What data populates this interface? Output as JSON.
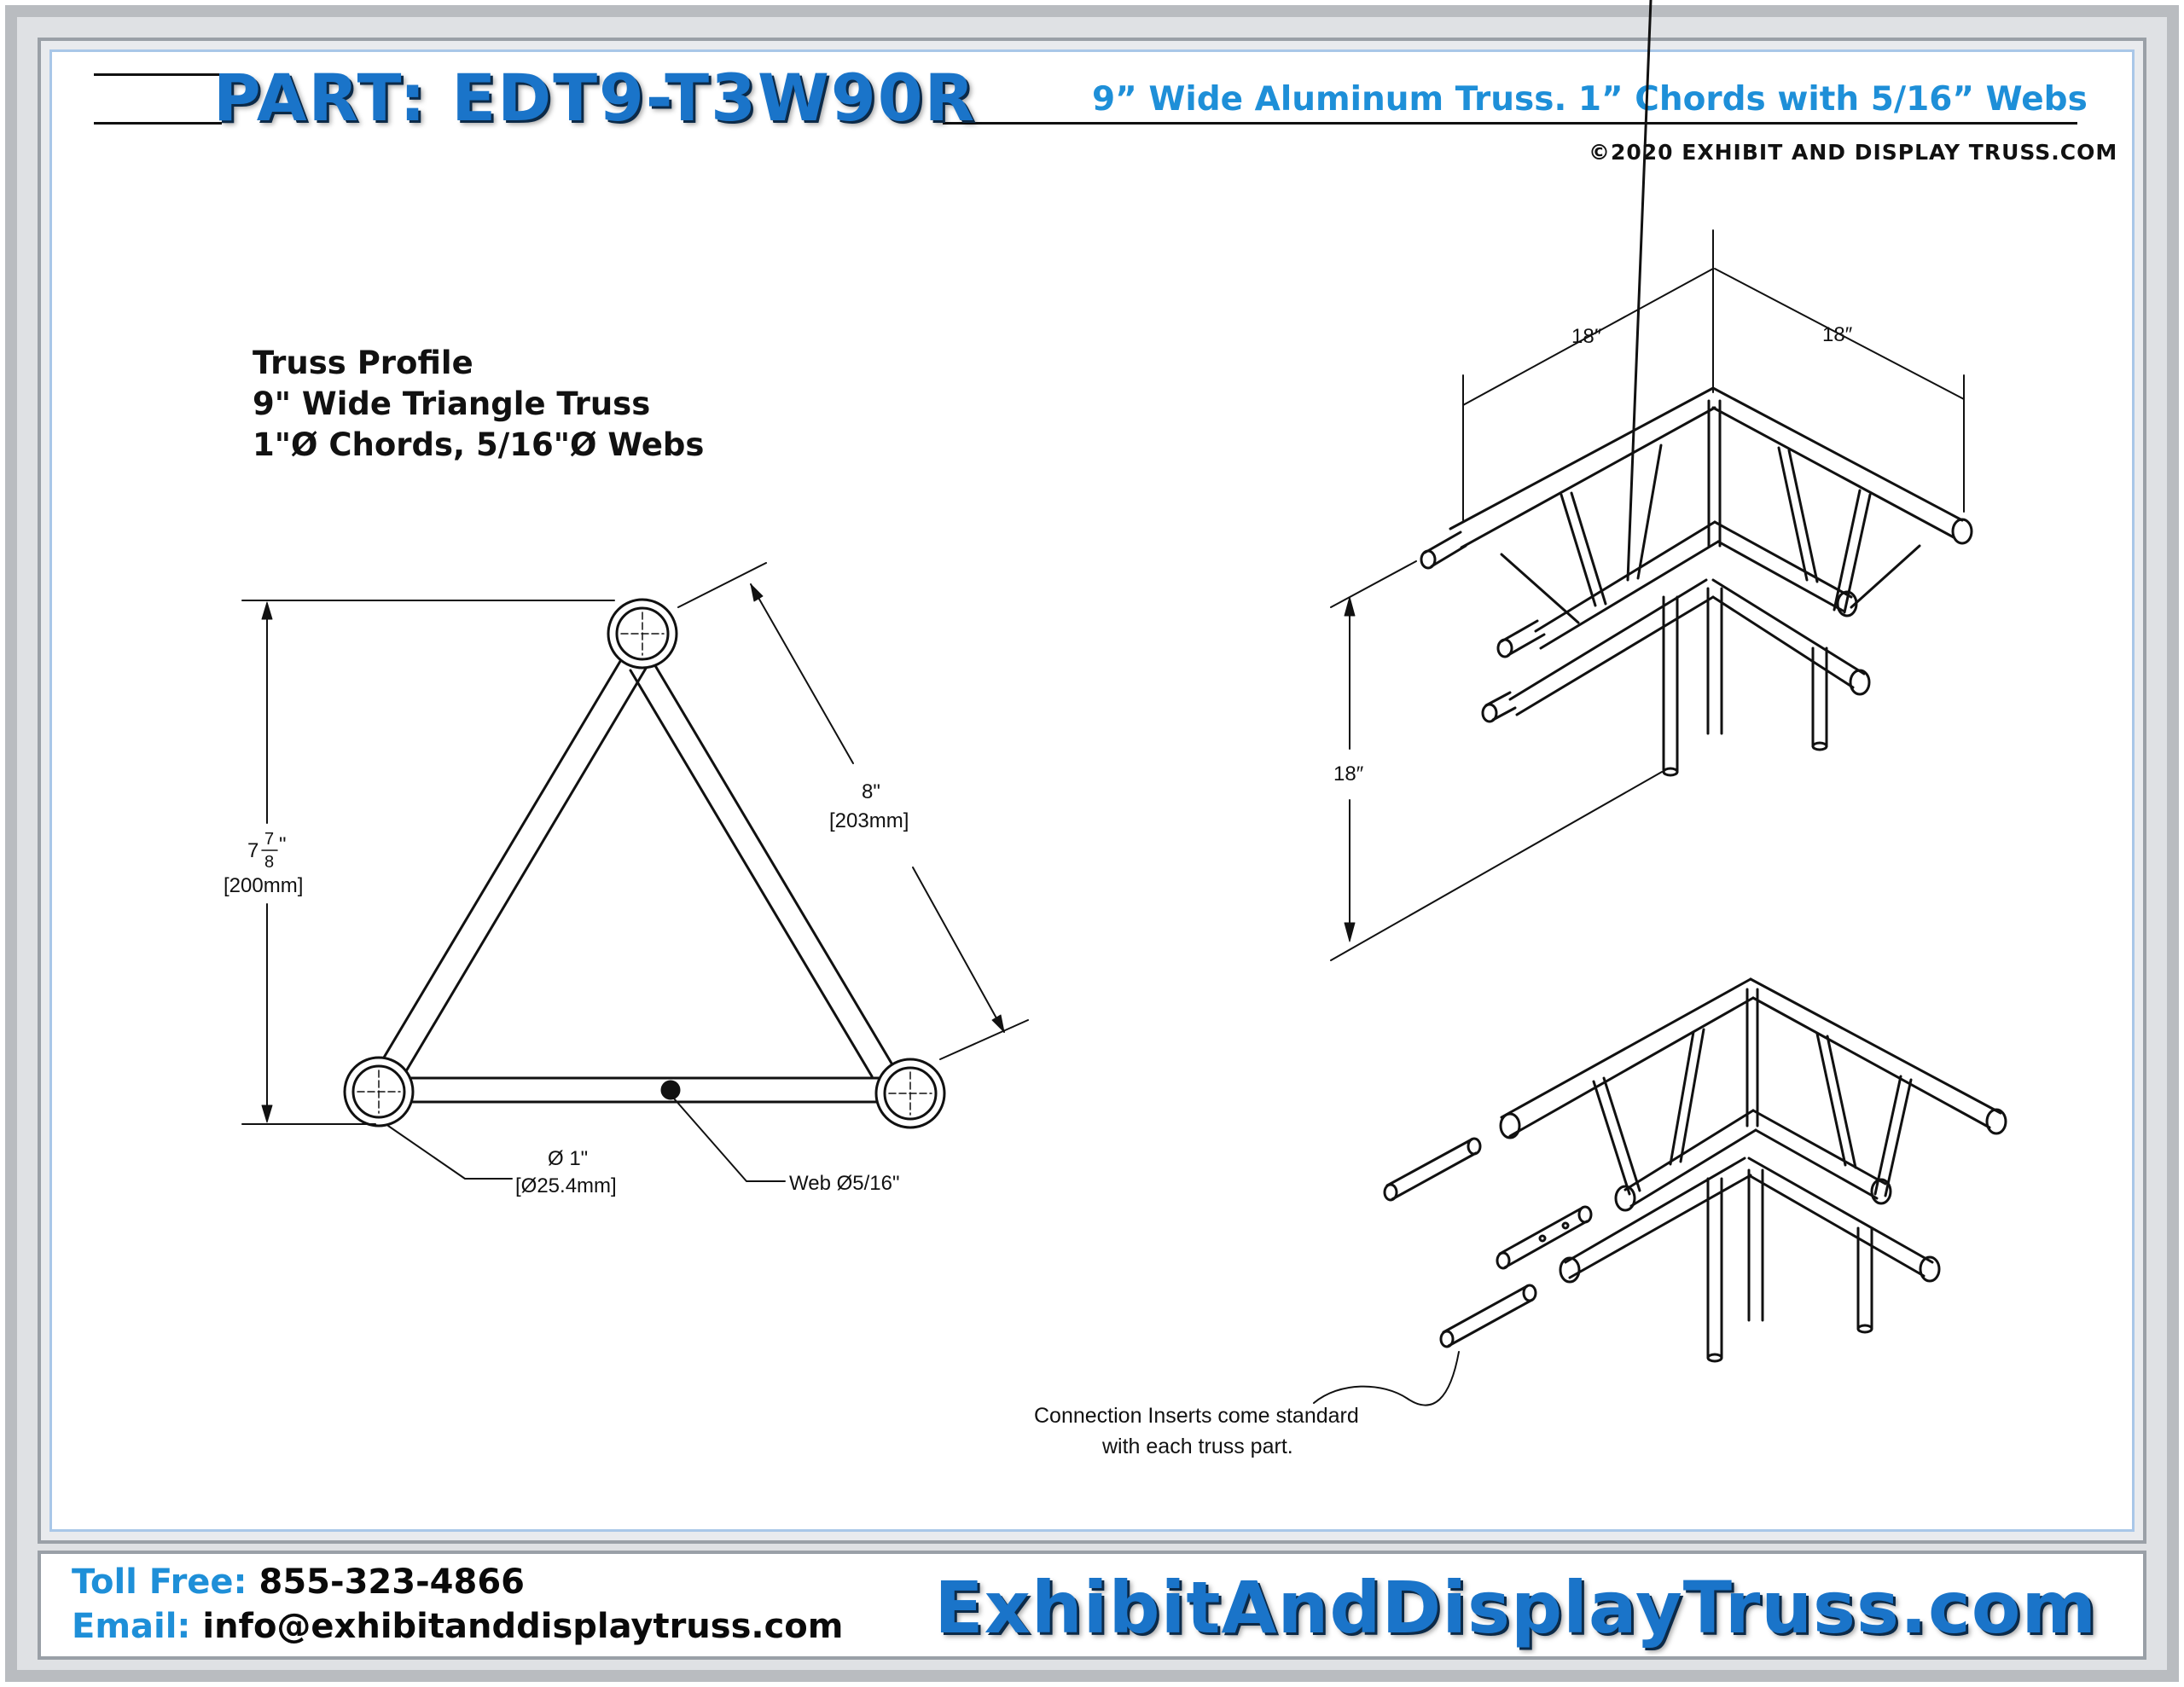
{
  "header": {
    "part_title": "PART: EDT9-T3W90R",
    "subtitle": "9” Wide Aluminum Truss. 1” Chords with 5/16” Webs",
    "copyright": "©2020 EXHIBIT AND DISPLAY TRUSS.COM"
  },
  "profile": {
    "line1": "Truss Profile",
    "line2": "9\" Wide Triangle Truss",
    "line3": "1\"Ø Chords, 5/16\"Ø Webs"
  },
  "dimensions": {
    "height_whole": "7",
    "height_num": "7",
    "height_den": "8",
    "height_quote": "\"",
    "height_mm": "[200mm]",
    "side": "8\"",
    "side_mm": "[203mm]",
    "chord_dia": "Ø 1\"",
    "chord_dia_mm": "[Ø25.4mm]",
    "web_dia": "Web Ø5/16\"",
    "iso_left": "18″",
    "iso_right": "18″",
    "iso_vertical": "18″"
  },
  "note": {
    "line1": "Connection Inserts come standard",
    "line2": "with each truss part."
  },
  "footer": {
    "toll_label": "Toll Free:",
    "toll_value": "855-323-4866",
    "email_label": "Email:",
    "email_value": "info@exhibitanddisplaytruss.com",
    "brand": "ExhibitAndDisplayTruss.com"
  },
  "colors": {
    "brand_blue": "#1a74c9",
    "accent_blue": "#1e8fd8",
    "frame_gray": "#b9bcc0"
  }
}
